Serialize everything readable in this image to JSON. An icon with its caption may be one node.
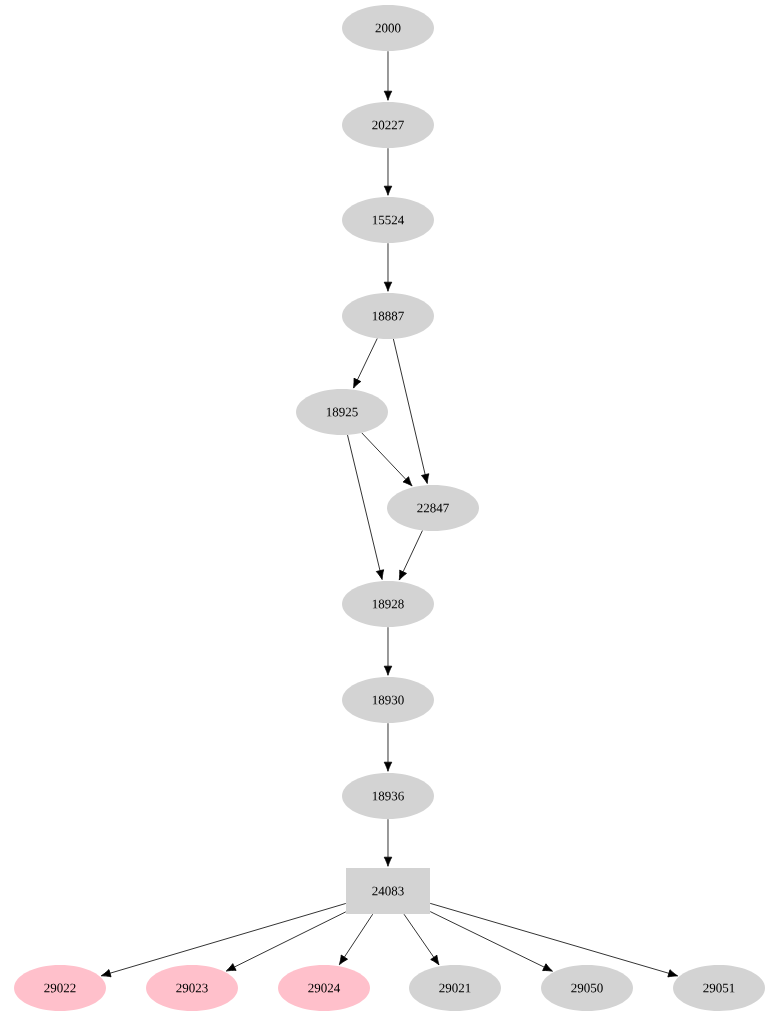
{
  "diagram": {
    "nodes": [
      {
        "text": [
          "2000"
        ]
      },
      {
        "text": [
          "20227"
        ]
      },
      {
        "text": [
          "15524"
        ]
      },
      {
        "text": [
          "18887"
        ]
      },
      {
        "text": [
          "18925"
        ]
      },
      {
        "text": [
          "22847"
        ]
      },
      {
        "text": [
          "18928"
        ]
      },
      {
        "text": [
          "18930"
        ]
      },
      {
        "text": [
          "18936"
        ]
      },
      {
        "text": [
          "24083"
        ]
      },
      {
        "text": [
          "29022"
        ]
      },
      {
        "text": [
          "29023"
        ]
      },
      {
        "text": [
          "29024"
        ]
      },
      {
        "text": [
          "29021"
        ]
      },
      {
        "text": [
          "29050"
        ]
      },
      {
        "text": [
          "29051"
        ]
      }
    ],
    "edges": [
      {
        "from": 0,
        "to": 1,
        "arrow": "to"
      },
      {
        "from": 1,
        "to": 2,
        "arrow": "to"
      },
      {
        "from": 2,
        "to": 3,
        "arrow": "to"
      },
      {
        "from": 3,
        "to": 4,
        "arrow": "to"
      },
      {
        "from": 3,
        "to": 5,
        "arrow": "to"
      },
      {
        "from": 4,
        "to": 5,
        "arrow": "to"
      },
      {
        "from": 4,
        "to": 6,
        "arrow": "to"
      },
      {
        "from": 5,
        "to": 6,
        "arrow": "to"
      },
      {
        "from": 6,
        "to": 7,
        "arrow": "to"
      },
      {
        "from": 7,
        "to": 8,
        "arrow": "to"
      },
      {
        "from": 8,
        "to": 9,
        "arrow": "to"
      },
      {
        "from": 9,
        "to": 10,
        "arrow": "to"
      },
      {
        "from": 9,
        "to": 11,
        "arrow": "to"
      },
      {
        "from": 9,
        "to": 12,
        "arrow": "to"
      },
      {
        "from": 9,
        "to": 13,
        "arrow": "to"
      },
      {
        "from": 9,
        "to": 14,
        "arrow": "to"
      },
      {
        "from": 9,
        "to": 15,
        "arrow": "to"
      }
    ]
  }
}
